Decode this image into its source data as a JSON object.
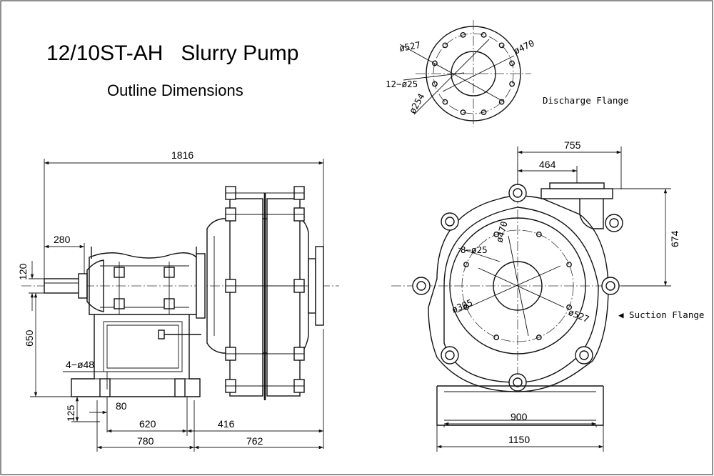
{
  "title": "12/10ST-AH   Slurry Pump",
  "subtitle": "Outline Dimensions",
  "discharge_flange": {
    "label": "Discharge Flange",
    "d_outer": "ø527",
    "d_bolt_circle": "ø470",
    "holes": "12−ø25",
    "d_bore": "ø254"
  },
  "suction_flange": {
    "label": "◀ Suction Flange",
    "d_bolt_circle": "ø470",
    "holes": "8−ø25",
    "d_bore": "ø305",
    "d_outer": "ø527"
  },
  "side_view_dims": {
    "overall_length": "1816",
    "shaft_extension": "280",
    "shaft_height": "120",
    "centre_height": "650",
    "foot_holes": "4−ø48",
    "base_thickness": "125",
    "foot_offset": "80",
    "base_length": "620",
    "frame_to_flange": "416",
    "base_overall": "780",
    "suction_offset": "762"
  },
  "front_view_dims": {
    "to_discharge_far": "755",
    "to_discharge_near": "464",
    "discharge_height": "674",
    "base_width_inner": "900",
    "base_width_outer": "1150"
  }
}
